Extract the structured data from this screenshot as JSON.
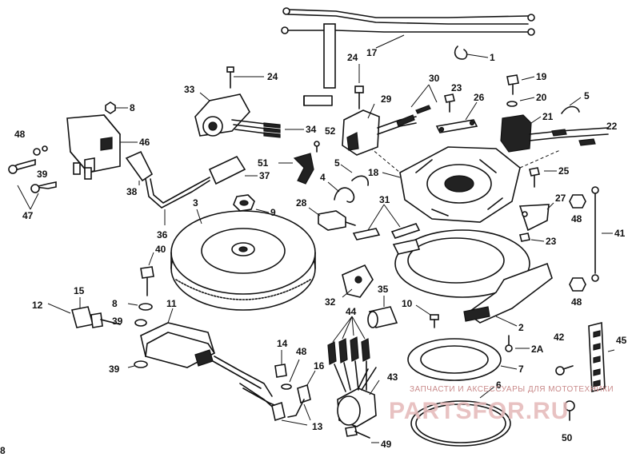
{
  "diagram": {
    "callouts": [
      {
        "id": "c1",
        "text": "1"
      },
      {
        "id": "c2",
        "text": "2"
      },
      {
        "id": "c2a",
        "text": "2A"
      },
      {
        "id": "c3",
        "text": "3"
      },
      {
        "id": "c4",
        "text": "4"
      },
      {
        "id": "c5a",
        "text": "5"
      },
      {
        "id": "c5b",
        "text": "5"
      },
      {
        "id": "c6",
        "text": "6"
      },
      {
        "id": "c7",
        "text": "7"
      },
      {
        "id": "c8a",
        "text": "8"
      },
      {
        "id": "c8b",
        "text": "8"
      },
      {
        "id": "c9",
        "text": "9"
      },
      {
        "id": "c10",
        "text": "10"
      },
      {
        "id": "c11",
        "text": "11"
      },
      {
        "id": "c12",
        "text": "12"
      },
      {
        "id": "c13",
        "text": "13"
      },
      {
        "id": "c14",
        "text": "14"
      },
      {
        "id": "c15",
        "text": "15"
      },
      {
        "id": "c16",
        "text": "16"
      },
      {
        "id": "c17",
        "text": "17"
      },
      {
        "id": "c18",
        "text": "18"
      },
      {
        "id": "c19",
        "text": "19"
      },
      {
        "id": "c20",
        "text": "20"
      },
      {
        "id": "c21",
        "text": "21"
      },
      {
        "id": "c22",
        "text": "22"
      },
      {
        "id": "c23a",
        "text": "23"
      },
      {
        "id": "c23b",
        "text": "23"
      },
      {
        "id": "c24a",
        "text": "24"
      },
      {
        "id": "c24b",
        "text": "24"
      },
      {
        "id": "c25",
        "text": "25"
      },
      {
        "id": "c26",
        "text": "26"
      },
      {
        "id": "c27",
        "text": "27"
      },
      {
        "id": "c28",
        "text": "28"
      },
      {
        "id": "c29",
        "text": "29"
      },
      {
        "id": "c30",
        "text": "30"
      },
      {
        "id": "c31",
        "text": "31"
      },
      {
        "id": "c32",
        "text": "32"
      },
      {
        "id": "c33",
        "text": "33"
      },
      {
        "id": "c34",
        "text": "34"
      },
      {
        "id": "c35",
        "text": "35"
      },
      {
        "id": "c36",
        "text": "36"
      },
      {
        "id": "c37",
        "text": "37"
      },
      {
        "id": "c38",
        "text": "38"
      },
      {
        "id": "c39a",
        "text": "39"
      },
      {
        "id": "c39b",
        "text": "39"
      },
      {
        "id": "c39c",
        "text": "39"
      },
      {
        "id": "c40",
        "text": "40"
      },
      {
        "id": "c41",
        "text": "41"
      },
      {
        "id": "c42",
        "text": "42"
      },
      {
        "id": "c43",
        "text": "43"
      },
      {
        "id": "c44",
        "text": "44"
      },
      {
        "id": "c45",
        "text": "45"
      },
      {
        "id": "c46",
        "text": "46"
      },
      {
        "id": "c47",
        "text": "47"
      },
      {
        "id": "c48a",
        "text": "48"
      },
      {
        "id": "c48b",
        "text": "48"
      },
      {
        "id": "c48c",
        "text": "48"
      },
      {
        "id": "c48d",
        "text": "48"
      },
      {
        "id": "c49",
        "text": "49"
      },
      {
        "id": "c50",
        "text": "50"
      },
      {
        "id": "c51",
        "text": "51"
      },
      {
        "id": "c52",
        "text": "52"
      },
      {
        "id": "c8c",
        "text": "8"
      }
    ]
  },
  "watermark": {
    "line1": "ЗАПЧАСТИ И АКСЕССУАРЫ ДЛЯ МОТОТЕХНИКИ",
    "line2": "PARTSFOR.RU"
  }
}
